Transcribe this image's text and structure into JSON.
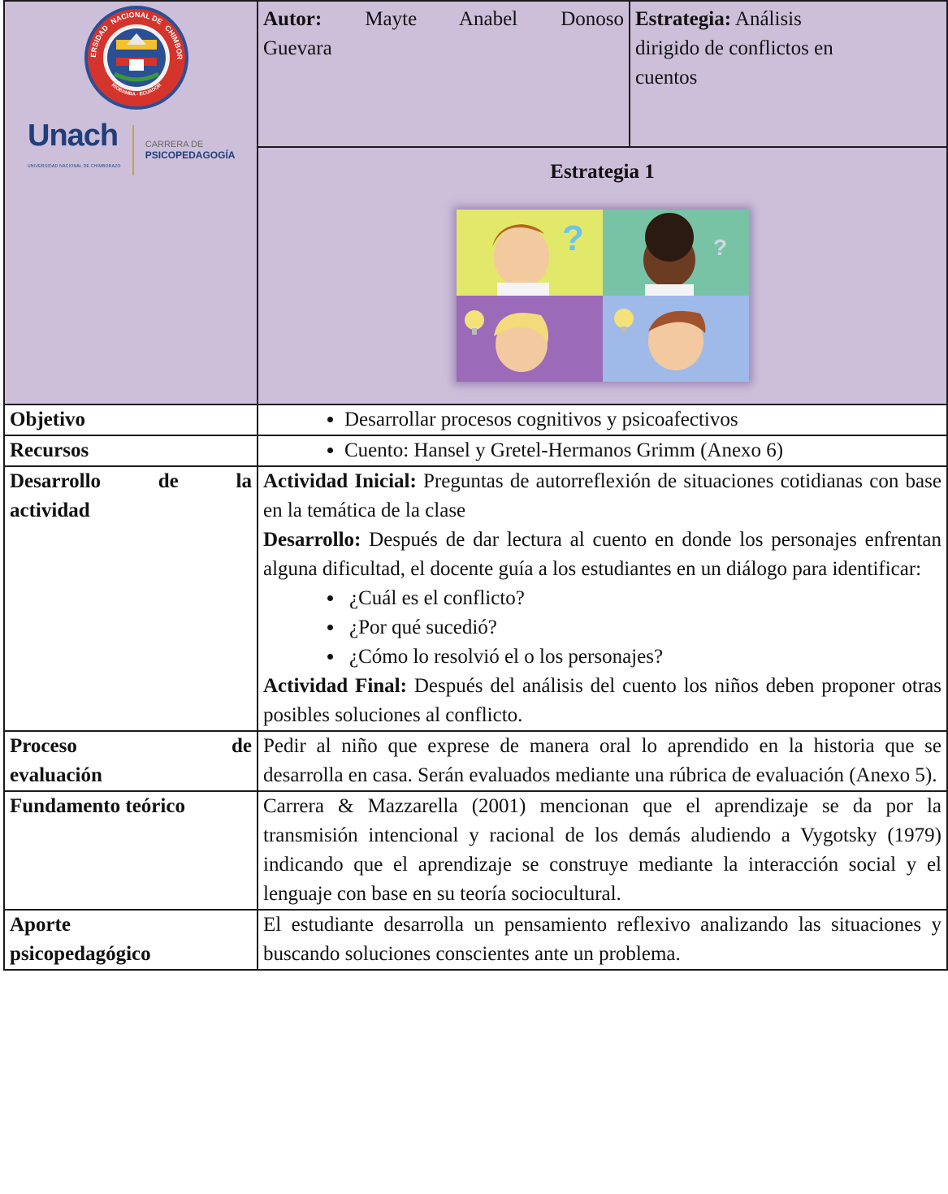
{
  "header": {
    "seal_text_top": "NACIONAL DE",
    "seal_text_left": "UNIVERSIDAD",
    "seal_text_right": "CHIMBORAZO",
    "seal_text_bottom": "RIOBAMBA - ECUADOR",
    "unach": "Unach",
    "unach_sub": "UNIVERSIDAD NACIONAL DE CHIMBORAZO",
    "carrera_line1": "CARRERA DE",
    "carrera_line2": "PSICOPEDAGOGÍA",
    "autor_label": "Autor:",
    "autor_line1": "Mayte Anabel Donoso",
    "autor_line2": "Guevara",
    "estrategia_label": "Estrategia:",
    "estrategia_line1": "Análisis",
    "estrategia_line2": "dirigido de conflictos en",
    "estrategia_line3": "cuentos",
    "strategy_title": "Estrategia 1"
  },
  "rows": {
    "objetivo_label": "Objetivo",
    "objetivo_item": "Desarrollar procesos cognitivos y psicoafectivos",
    "recursos_label": "Recursos",
    "recursos_item": "Cuento: Hansel y Gretel-Hermanos Grimm (Anexo 6)",
    "desarrollo_label_a": "Desarrollo",
    "desarrollo_label_b": "de",
    "desarrollo_label_c": "la",
    "desarrollo_label_d": "actividad",
    "inicial_label": "Actividad Inicial:",
    "inicial_text": "Preguntas de autorreflexión de situaciones cotidianas con base en la temática de la clase",
    "desarrollo_sub_label": "Desarrollo:",
    "desarrollo_text": "Después de dar lectura al cuento en donde los personajes enfrentan alguna dificultad, el docente guía a los estudiantes en un diálogo para identificar:",
    "questions": [
      "¿Cuál es el conflicto?",
      "¿Por qué sucedió?",
      "¿Cómo lo resolvió el o los personajes?"
    ],
    "final_label": "Actividad Final:",
    "final_text": "Después del análisis del cuento los niños deben proponer otras posibles soluciones al conflicto.",
    "proceso_label_a": "Proceso",
    "proceso_label_b": "de",
    "proceso_label_c": "evaluación",
    "proceso_text": "Pedir al niño que exprese de manera oral lo aprendido en la historia que se desarrolla en casa. Serán evaluados mediante una rúbrica de evaluación (Anexo 5).",
    "fundamento_label": "Fundamento teórico",
    "fundamento_text": "Carrera & Mazzarella (2001) mencionan que el aprendizaje se da por la transmisión intencional y racional de los demás aludiendo a Vygotsky (1979) indicando que el aprendizaje se construye mediante la interacción social y el lenguaje con base en su teoría sociocultural.",
    "aporte_label_a": "Aporte",
    "aporte_label_b": "psicopedagógico",
    "aporte_text": "El estudiante desarrolla un pensamiento reflexivo analizando las situaciones y buscando soluciones conscientes ante un problema."
  },
  "colors": {
    "lavender": "#cdbfda",
    "brand_blue": "#1e3f7a",
    "gold": "#c9a24a"
  }
}
